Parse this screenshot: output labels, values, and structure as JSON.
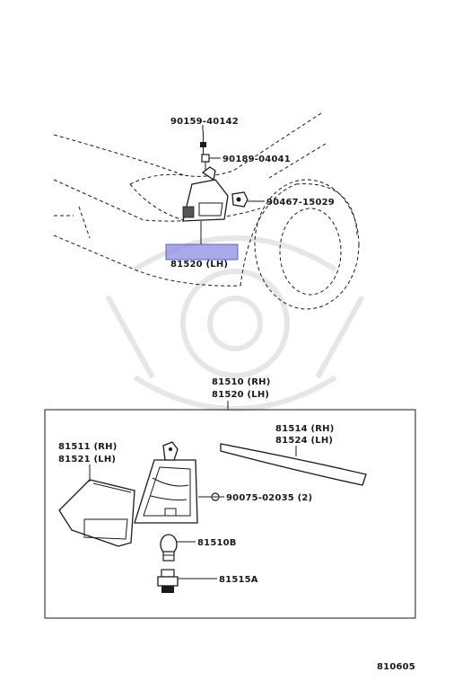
{
  "diagram": {
    "top_labels": {
      "bolt": "90159-40142",
      "nut": "90189-04041",
      "clip": "90467-15029",
      "assembly_lh_overlay": "81520 (LH)"
    },
    "assembly_labels": {
      "rh": "81510 (RH)",
      "lh": "81520 (LH)"
    },
    "lens_labels": {
      "rh": "81511 (RH)",
      "lh": "81521 (LH)"
    },
    "gasket_labels": {
      "rh": "81514 (RH)",
      "lh": "81524 (LH)"
    },
    "screw_label": "90075-02035 (2)",
    "bulb_label": "81510B",
    "socket_label": "81515A",
    "diagram_number": "810605",
    "highlight_color": "#8c8ce6"
  }
}
